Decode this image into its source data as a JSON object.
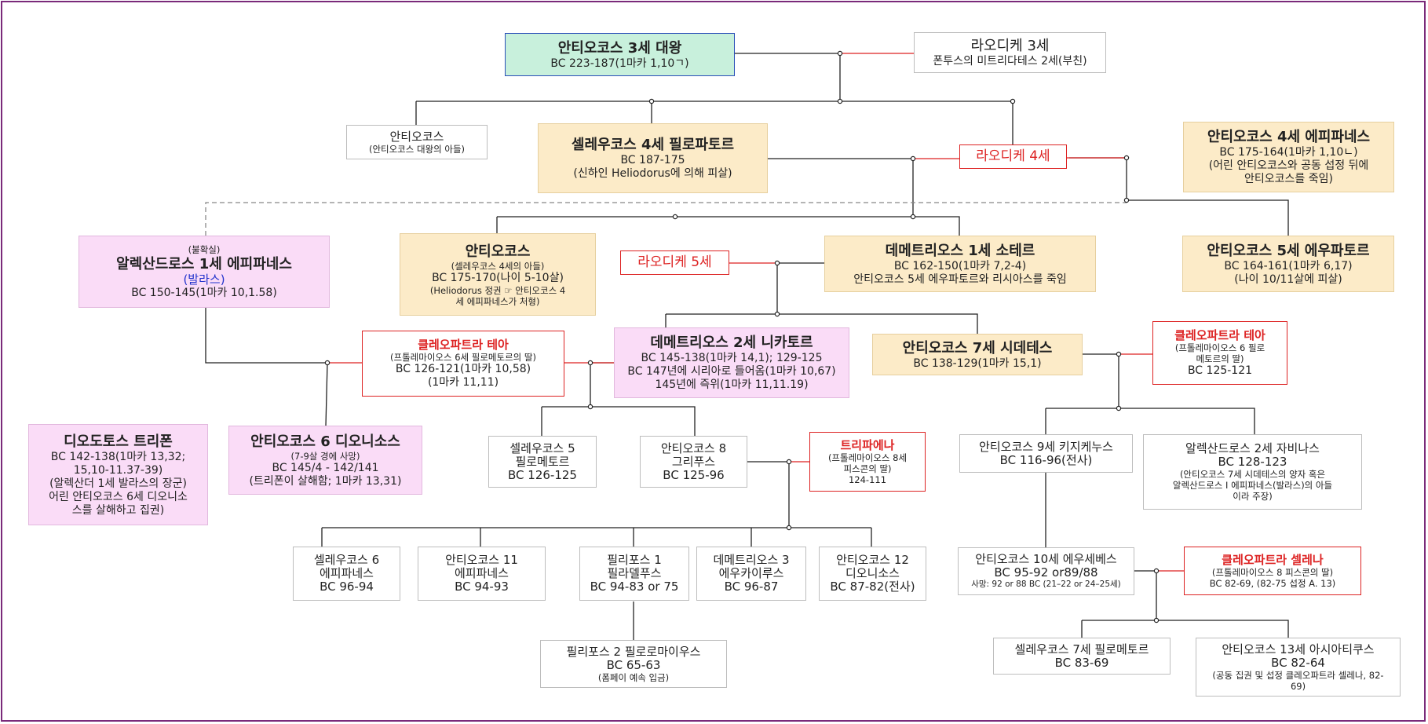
{
  "antiochus3": {
    "name": "안티오코스 3세 대왕",
    "sub": "BC 223-187(1마카 1,10ㄱ)"
  },
  "laodice3": {
    "name": "라오디케 3세",
    "sub": "폰투스의 미트리다테스 2세(부친)"
  },
  "antiochus_son": {
    "name": "안티오코스",
    "sub": "(안티오코스 대왕의 아들)"
  },
  "seleucus4": {
    "name": "셀레우코스 4세 필로파토르",
    "sub1": "BC 187-175",
    "sub2": "(신하인 Heliodorus에 의해 피살)"
  },
  "laodice4": {
    "name": "라오디케 4세"
  },
  "antiochus4": {
    "name": "안티오코스 4세 에피파네스",
    "sub1": "BC 175-164(1마카 1,10ㄴ)",
    "sub2": "(어린 안티오코스와 공동 섭정 뒤에",
    "sub3": "안티오코스를 죽임)"
  },
  "alexander1": {
    "pre": "(불확실)",
    "name": "알렉산드로스 1세 에피파네스",
    "alias": "(발라스)",
    "sub": "BC 150-145(1마카 10,1.58)"
  },
  "antiochus_s4son": {
    "name": "안티오코스",
    "sub1": "(셀레우코스 4세의 아들)",
    "sub2": "BC 175-170(나이 5-10살)",
    "sub3": "(Heliodorus 정권 ☞ 안티오코스 4",
    "sub4": "세 에피파네스가 처형)"
  },
  "laodice5": {
    "name": "라오디케 5세"
  },
  "demetrius1": {
    "name": "데메트리오스 1세 소테르",
    "sub1": "BC 162-150(1마카 7,2-4)",
    "sub2": "안티오코스 5세 에우파토르와 리시아스를 죽임"
  },
  "antiochus5": {
    "name": "안티오코스 5세 에우파토르",
    "sub1": "BC 164-161(1마카 6,17)",
    "sub2": "(나이 10/11살에 피살)"
  },
  "cleopatra_thea1": {
    "name": "클레오파트라 테아",
    "sub1": "(프톨레마이오스 6세 필로메토르의 딸)",
    "sub2": "BC 126-121(1마카 10,58)",
    "sub3": "(1마카 11,11)"
  },
  "demetrius2": {
    "name": "데메트리오스 2세 니카토르",
    "sub1": "BC 145-138(1마카 14,1); 129-125",
    "sub2": "BC 147년에 시리아로 들어옴(1마카 10,67)",
    "sub3": "145년에 즉위(1마카 11,11.19)"
  },
  "antiochus7": {
    "name": "안티오코스 7세 시데테스",
    "sub": "BC 138-129(1마카 15,1)"
  },
  "cleopatra_thea2": {
    "name": "클레오파트라 테아",
    "sub1": "(프톨레마이오스 6 필로",
    "sub2": "메토르의 딸)",
    "sub3": "BC 125-121"
  },
  "diodotus": {
    "name": "디오도토스 트리폰",
    "sub1": "BC 142-138(1마카 13,32;",
    "sub2": "15,10-11.37-39)",
    "sub3": "(알렉산더 1세 발라스의 장군)",
    "sub4": "어린 안티오코스 6세 디오니소",
    "sub5": "스를 살해하고 집권)"
  },
  "antiochus6": {
    "name": "안티오코스 6 디오니소스",
    "sub1": "(7-9살 경에 사망)",
    "sub2": "BC 145/4 - 142/141",
    "sub3": "(트리폰이 살해함; 1마카 13,31)"
  },
  "seleucus5": {
    "l1": "셀레우코스 5",
    "l2": "필로메토르",
    "l3": "BC 126-125"
  },
  "antiochus8": {
    "l1": "안티오코스 8",
    "l2": "그리푸스",
    "l3": "BC 125-96"
  },
  "tryphaena": {
    "name": "트리파에나",
    "sub1": "(프톨레마이오스 8세",
    "sub2": "피스콘의 딸)",
    "sub3": "124-111"
  },
  "antiochus9": {
    "l1": "안티오코스 9세 키지케누스",
    "l2": "BC 116-96(전사)"
  },
  "alexander2": {
    "l1": "알렉산드로스 2세 자비나스",
    "l2": "BC 128-123",
    "l3": "(안티오코스 7세 시데테스의 양자 혹은",
    "l4": "알렉산드로스 I 에피파네스(발라스)의 아들",
    "l5": "이라 주장)"
  },
  "seleucus6": {
    "l1": "셀레우코스 6",
    "l2": "에피파네스",
    "l3": "BC 96-94"
  },
  "antiochus11": {
    "l1": "안티오코스 11",
    "l2": "에피파네스",
    "l3": "BC 94-93"
  },
  "philip1": {
    "l1": "필리포스 1",
    "l2": "필라델푸스",
    "l3": "BC 94-83 or 75"
  },
  "demetrius3": {
    "l1": "데메트리오스 3",
    "l2": "에우카이루스",
    "l3": "BC 96-87"
  },
  "antiochus12": {
    "l1": "안티오코스 12",
    "l2": "디오니소스",
    "l3": "BC 87-82(전사)"
  },
  "antiochus10": {
    "l1": "안티오코스 10세 에우세베스",
    "l2": "BC 95-92 or89/88",
    "l3": "사망: 92 or 88 BC (21–22 or 24–25세)"
  },
  "cleopatra_selene": {
    "name": "클레오파트라 셀레나",
    "sub1": "(프톨레마이오스 8 피스콘의 딸)",
    "sub2": "BC 82-69, (82-75 섭정 A. 13)"
  },
  "philip2": {
    "l1": "필리포스 2 필로로마이우스",
    "l2": "BC 65-63",
    "l3": "(폼페이 예속 입금)"
  },
  "seleucus7": {
    "l1": "셀레우코스 7세 필로메토르",
    "l2": "BC 83-69"
  },
  "antiochus13": {
    "l1": "안티오코스 13세 아시아티쿠스",
    "l2": "BC 82-64",
    "l3": "(공동 집권 및 섭정 클레오파트라 셀레나, 82-",
    "l4": "69)"
  }
}
